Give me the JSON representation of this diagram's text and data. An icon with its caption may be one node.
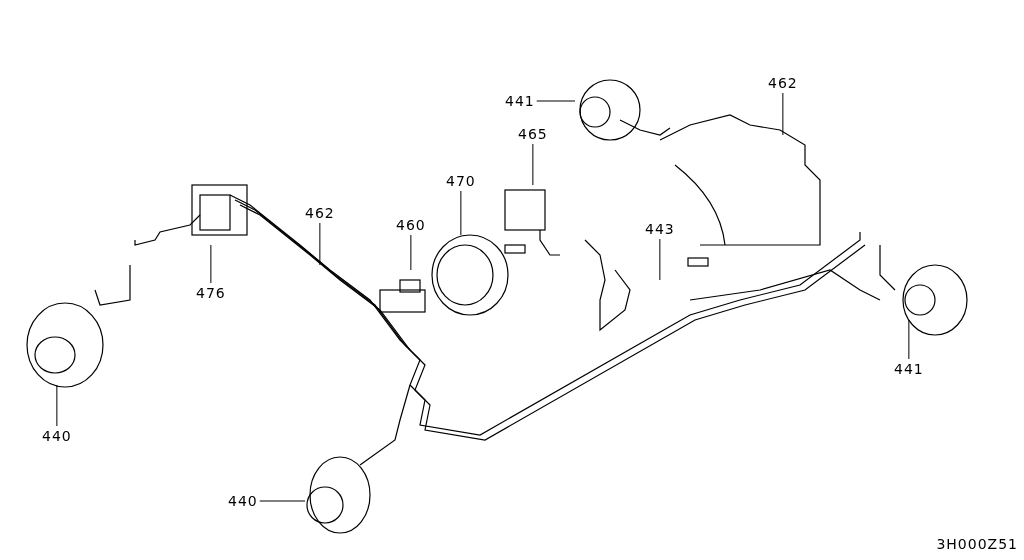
{
  "diagram": {
    "nodes": [
      {
        "text": [
          "441"
        ]
      },
      {
        "text": [
          "462"
        ]
      },
      {
        "text": [
          "465"
        ]
      },
      {
        "text": [
          "470"
        ]
      },
      {
        "text": [
          "460"
        ]
      },
      {
        "text": [
          "443"
        ]
      },
      {
        "text": [
          "462"
        ]
      },
      {
        "text": [
          "476"
        ]
      },
      {
        "text": [
          "440"
        ]
      },
      {
        "text": [
          "440"
        ]
      },
      {
        "text": [
          "441"
        ]
      }
    ],
    "edges": [
      {
        "from": 0,
        "to": null,
        "arrow": "none"
      },
      {
        "from": 1,
        "to": null,
        "arrow": "none"
      },
      {
        "from": 2,
        "to": null,
        "arrow": "none"
      },
      {
        "from": 3,
        "to": null,
        "arrow": "none"
      },
      {
        "from": 4,
        "to": null,
        "arrow": "none"
      },
      {
        "from": 5,
        "to": null,
        "arrow": "none"
      },
      {
        "from": 6,
        "to": null,
        "arrow": "none"
      },
      {
        "from": 7,
        "to": null,
        "arrow": "none"
      },
      {
        "from": 8,
        "to": null,
        "arrow": "none"
      },
      {
        "from": 9,
        "to": null,
        "arrow": "none"
      },
      {
        "from": 10,
        "to": null,
        "arrow": "none"
      }
    ],
    "labels": [
      "3H000Z51"
    ]
  }
}
